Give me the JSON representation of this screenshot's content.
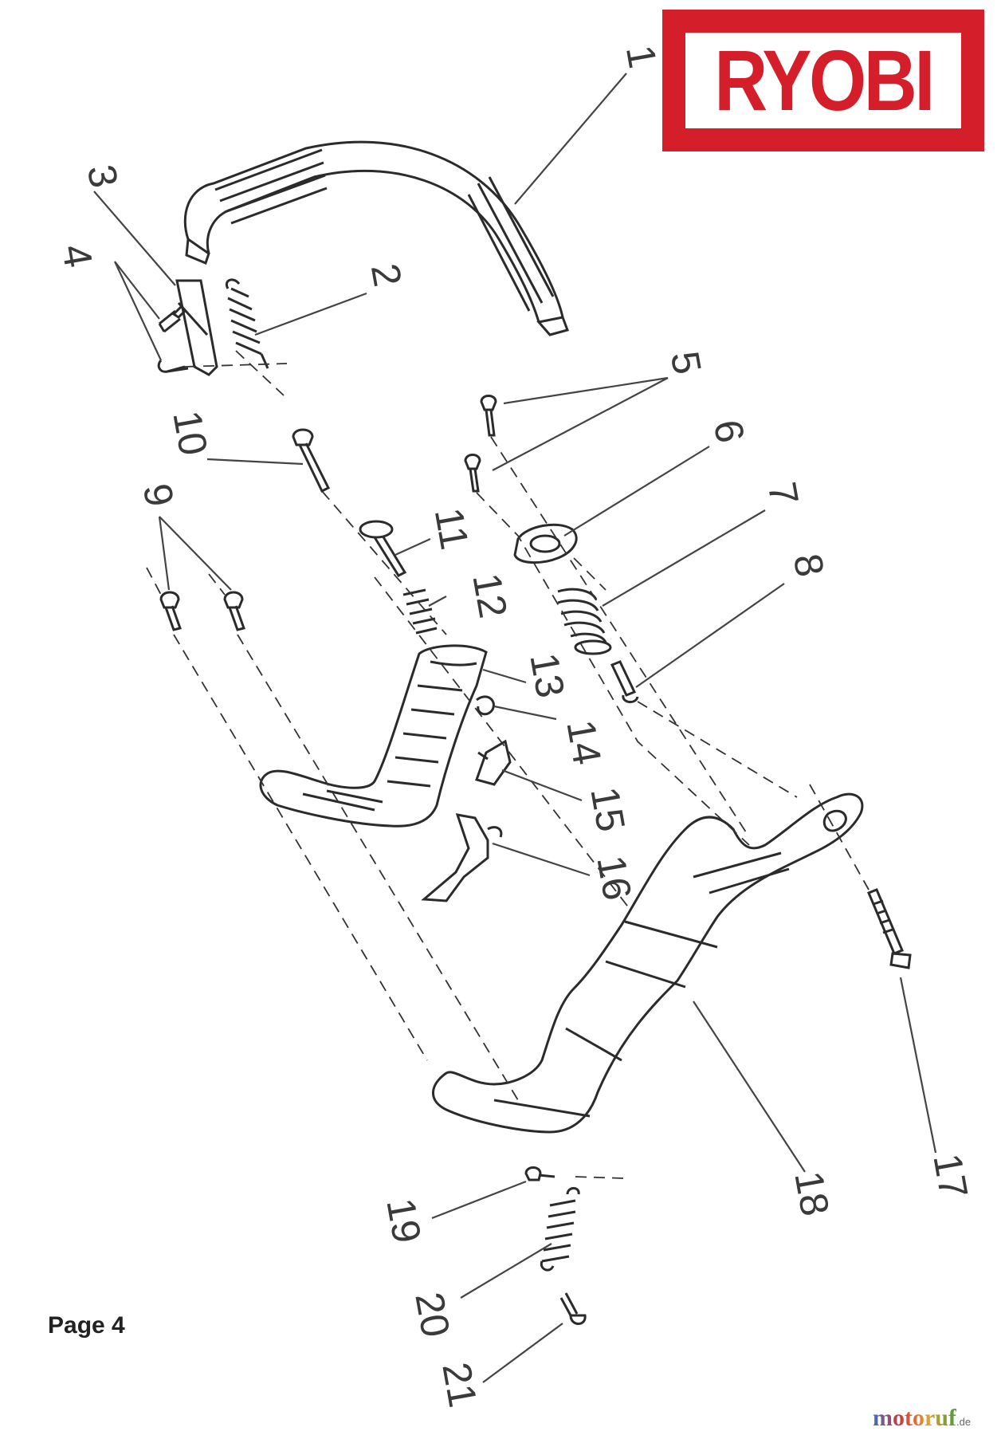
{
  "brand": {
    "name": "RYOBI",
    "color": "#d41f2a"
  },
  "page_label": "Page 4",
  "watermark": {
    "main": "motoruf",
    "suffix": ".de"
  },
  "callouts": [
    {
      "id": "1",
      "text": "1"
    },
    {
      "id": "2",
      "text": "2"
    },
    {
      "id": "3",
      "text": "3"
    },
    {
      "id": "4",
      "text": "4"
    },
    {
      "id": "5",
      "text": "5"
    },
    {
      "id": "6",
      "text": "6"
    },
    {
      "id": "7",
      "text": "7"
    },
    {
      "id": "8",
      "text": "8"
    },
    {
      "id": "9",
      "text": "9"
    },
    {
      "id": "10",
      "text": "10"
    },
    {
      "id": "11",
      "text": "11"
    },
    {
      "id": "12",
      "text": "12"
    },
    {
      "id": "13",
      "text": "13"
    },
    {
      "id": "14",
      "text": "14"
    },
    {
      "id": "15",
      "text": "15"
    },
    {
      "id": "16",
      "text": "16"
    },
    {
      "id": "17",
      "text": "17"
    },
    {
      "id": "18",
      "text": "18"
    },
    {
      "id": "19",
      "text": "19"
    },
    {
      "id": "20",
      "text": "20"
    },
    {
      "id": "21",
      "text": "21"
    }
  ]
}
